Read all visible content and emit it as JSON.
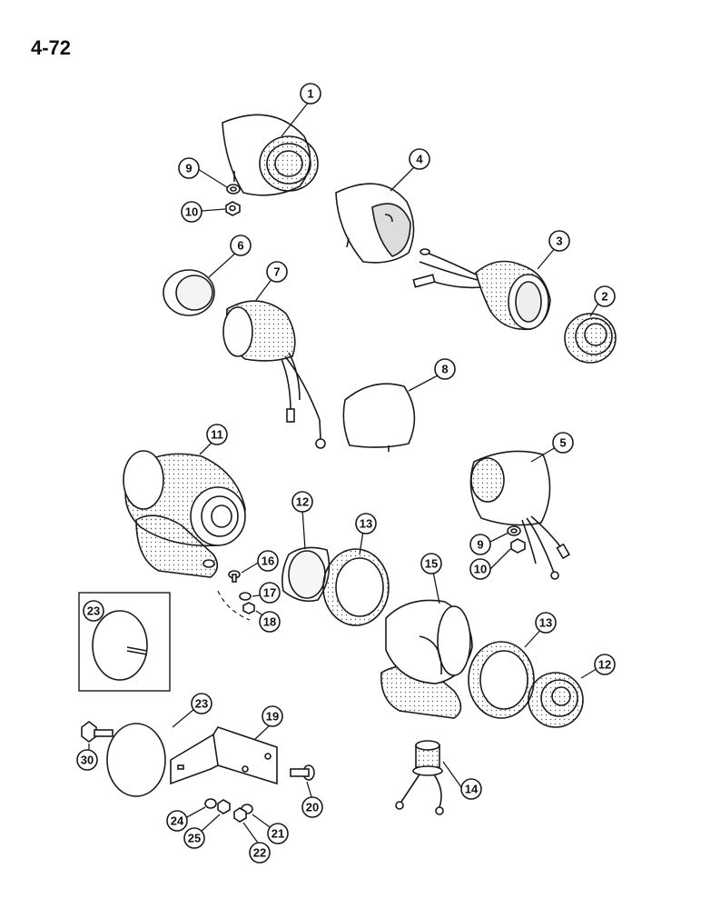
{
  "page_number": "4-72",
  "callouts": [
    {
      "id": "c1",
      "label": "1"
    },
    {
      "id": "c2",
      "label": "2"
    },
    {
      "id": "c3",
      "label": "3"
    },
    {
      "id": "c4",
      "label": "4"
    },
    {
      "id": "c5",
      "label": "5"
    },
    {
      "id": "c6",
      "label": "6"
    },
    {
      "id": "c7",
      "label": "7"
    },
    {
      "id": "c8",
      "label": "8"
    },
    {
      "id": "c9a",
      "label": "9"
    },
    {
      "id": "c9b",
      "label": "9"
    },
    {
      "id": "c10a",
      "label": "10"
    },
    {
      "id": "c10b",
      "label": "10"
    },
    {
      "id": "c11",
      "label": "11"
    },
    {
      "id": "c12a",
      "label": "12"
    },
    {
      "id": "c12b",
      "label": "12"
    },
    {
      "id": "c13a",
      "label": "13"
    },
    {
      "id": "c13b",
      "label": "13"
    },
    {
      "id": "c14",
      "label": "14"
    },
    {
      "id": "c15",
      "label": "15"
    },
    {
      "id": "c16",
      "label": "16"
    },
    {
      "id": "c17",
      "label": "17"
    },
    {
      "id": "c18",
      "label": "18"
    },
    {
      "id": "c19",
      "label": "19"
    },
    {
      "id": "c20",
      "label": "20"
    },
    {
      "id": "c21",
      "label": "21"
    },
    {
      "id": "c22",
      "label": "22"
    },
    {
      "id": "c23a",
      "label": "23"
    },
    {
      "id": "c23b",
      "label": "23"
    },
    {
      "id": "c24",
      "label": "24"
    },
    {
      "id": "c25",
      "label": "25"
    },
    {
      "id": "c30",
      "label": "30"
    }
  ]
}
